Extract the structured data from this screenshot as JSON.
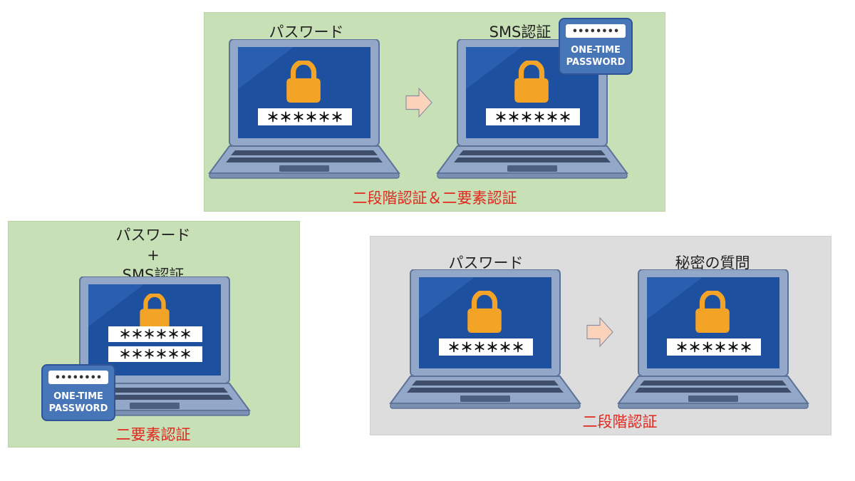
{
  "panels": {
    "top": {
      "left_label": "パスワード",
      "right_label": "SMS認証",
      "caption": "二段階認証＆二要素認証",
      "bg": "#c8e0b5"
    },
    "bottom_left": {
      "label_line1": "パスワード",
      "label_line2": "+",
      "label_line3": "SMS認証",
      "caption": "二要素認証",
      "bg": "#c8e0b5"
    },
    "bottom_right": {
      "left_label": "パスワード",
      "right_label": "秘密の質問",
      "caption": "二段階認証",
      "bg": "#dddddd"
    }
  },
  "password_mask": "＊＊＊＊＊＊",
  "otp_badge": {
    "dots": "••••••••",
    "line1": "ONE-TIME",
    "line2": "PASSWORD"
  },
  "icons": {
    "lock": "padlock-icon",
    "arrow": "right-arrow-icon",
    "otp": "one-time-password-badge-icon"
  },
  "colors": {
    "screen": "#1e50a0",
    "laptop_frame": "#93a7c9",
    "lock": "#f3a427",
    "caption_red": "#e0281f",
    "arrow_fill": "#fbd3bb",
    "otp_bg": "#4675b8"
  }
}
